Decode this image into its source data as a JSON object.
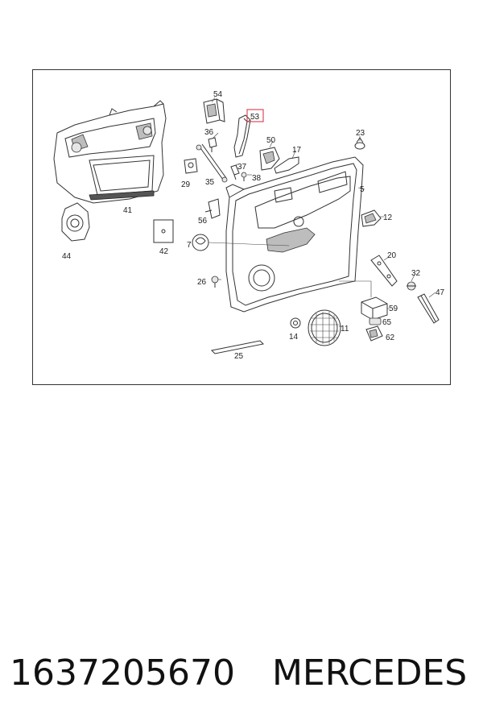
{
  "diagram": {
    "highlighted_part": "53",
    "highlight_color": "#d9253a",
    "part_labels": [
      "54",
      "53",
      "36",
      "50",
      "17",
      "23",
      "37",
      "38",
      "29",
      "35",
      "41",
      "5",
      "56",
      "12",
      "44",
      "42",
      "7",
      "20",
      "32",
      "26",
      "47",
      "59",
      "65",
      "11",
      "14",
      "62",
      "25"
    ]
  },
  "caption": {
    "part_number": "1637205670",
    "brand": "MERCEDES"
  }
}
